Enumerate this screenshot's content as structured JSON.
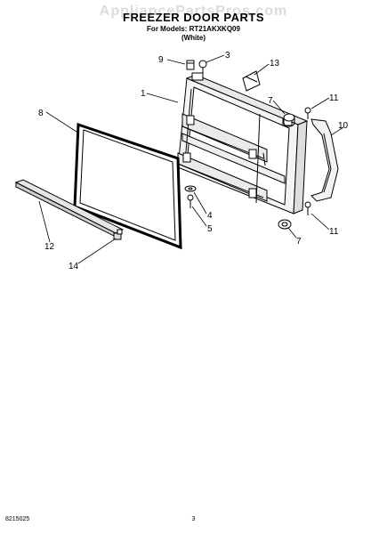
{
  "header": {
    "watermark": "AppliancePartsPros.com",
    "title": "FREEZER DOOR PARTS",
    "models": "For Models: RT21AKXKQ09",
    "color": "(White)"
  },
  "callouts": [
    "1",
    "3",
    "4",
    "5",
    "7",
    "7",
    "8",
    "9",
    "10",
    "11",
    "11",
    "12",
    "13",
    "14"
  ],
  "footer": {
    "code": "8215025",
    "page": "3"
  }
}
